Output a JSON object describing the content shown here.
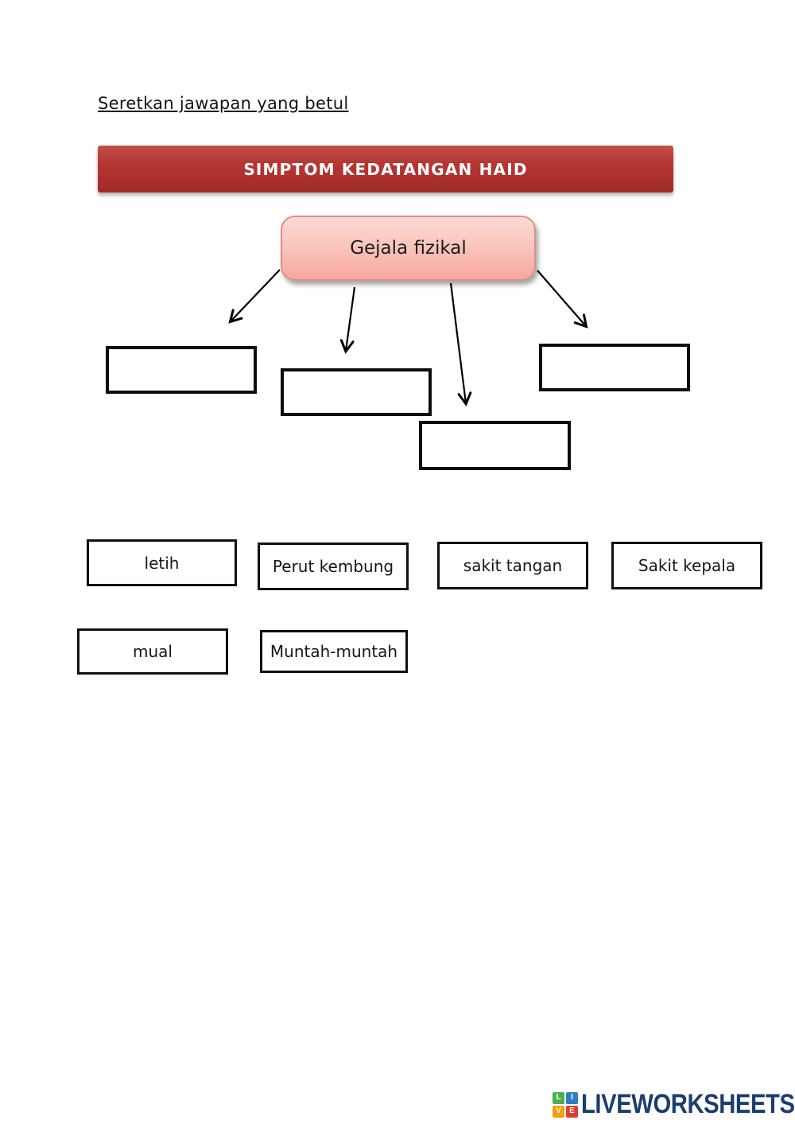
{
  "page": {
    "instruction": "Seretkan jawapan yang betul"
  },
  "banner": {
    "title": "SIMPTOM KEDATANGAN HAID",
    "bg_color": "#b63632",
    "text_color": "#ffffff"
  },
  "diagram": {
    "root": {
      "label": "Gejala fizikal",
      "bg_color": "#f9c0b8",
      "border_color": "#d9918a"
    },
    "answers": [
      {
        "label": "letih"
      },
      {
        "label": "Perut kembung"
      },
      {
        "label": "sakit tangan"
      },
      {
        "label": "Sakit kepala"
      },
      {
        "label": "mual"
      },
      {
        "label": "Muntah-muntah"
      }
    ]
  },
  "footer": {
    "brand": "LIVEWORKSHEETS",
    "brand_color": "#1b3e6f",
    "logo_tiles": [
      {
        "letter": "L",
        "color": "#4caf50"
      },
      {
        "letter": "I",
        "color": "#2e7fc2"
      },
      {
        "letter": "V",
        "color": "#f2a007"
      },
      {
        "letter": "E",
        "color": "#e23b32"
      }
    ]
  }
}
